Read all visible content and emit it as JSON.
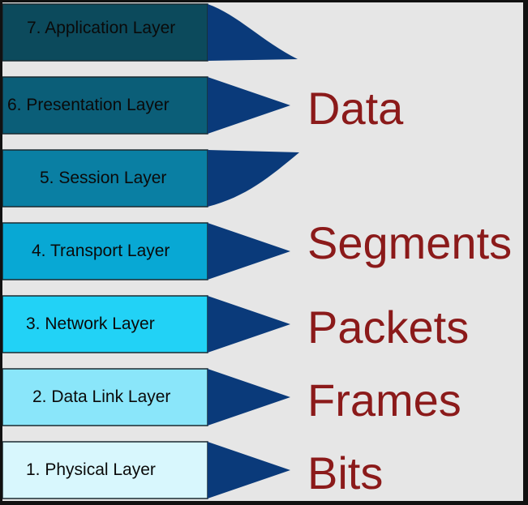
{
  "layers": [
    {
      "label": "7. Application Layer",
      "fill": "#0c4a5c",
      "text_color": "#0a0a0a"
    },
    {
      "label": "6. Presentation Layer",
      "fill": "#0b5e78",
      "text_color": "#0a0a0a"
    },
    {
      "label": "5. Session Layer",
      "fill": "#0a7fa3",
      "text_color": "#0a0a0a"
    },
    {
      "label": "4. Transport Layer",
      "fill": "#08a8d4",
      "text_color": "#0a0a0a"
    },
    {
      "label": "3. Network Layer",
      "fill": "#22d2f6",
      "text_color": "#0a0a0a"
    },
    {
      "label": "2. Data Link Layer",
      "fill": "#8ae6fa",
      "text_color": "#0a0a0a"
    },
    {
      "label": "1. Physical Layer",
      "fill": "#d8f7fd",
      "text_color": "#0a0a0a"
    }
  ],
  "pdus": [
    {
      "label": "Data",
      "color": "#8b1a1a"
    },
    {
      "label": "Segments",
      "color": "#8b1a1a"
    },
    {
      "label": "Packets",
      "color": "#8b1a1a"
    },
    {
      "label": "Frames",
      "color": "#8b1a1a"
    },
    {
      "label": "Bits",
      "color": "#8b1a1a"
    }
  ],
  "colors": {
    "arrow": "#0a3a7a",
    "box_border": "#1a2a30",
    "background": "#e6e6e6",
    "frame": "#111111"
  }
}
